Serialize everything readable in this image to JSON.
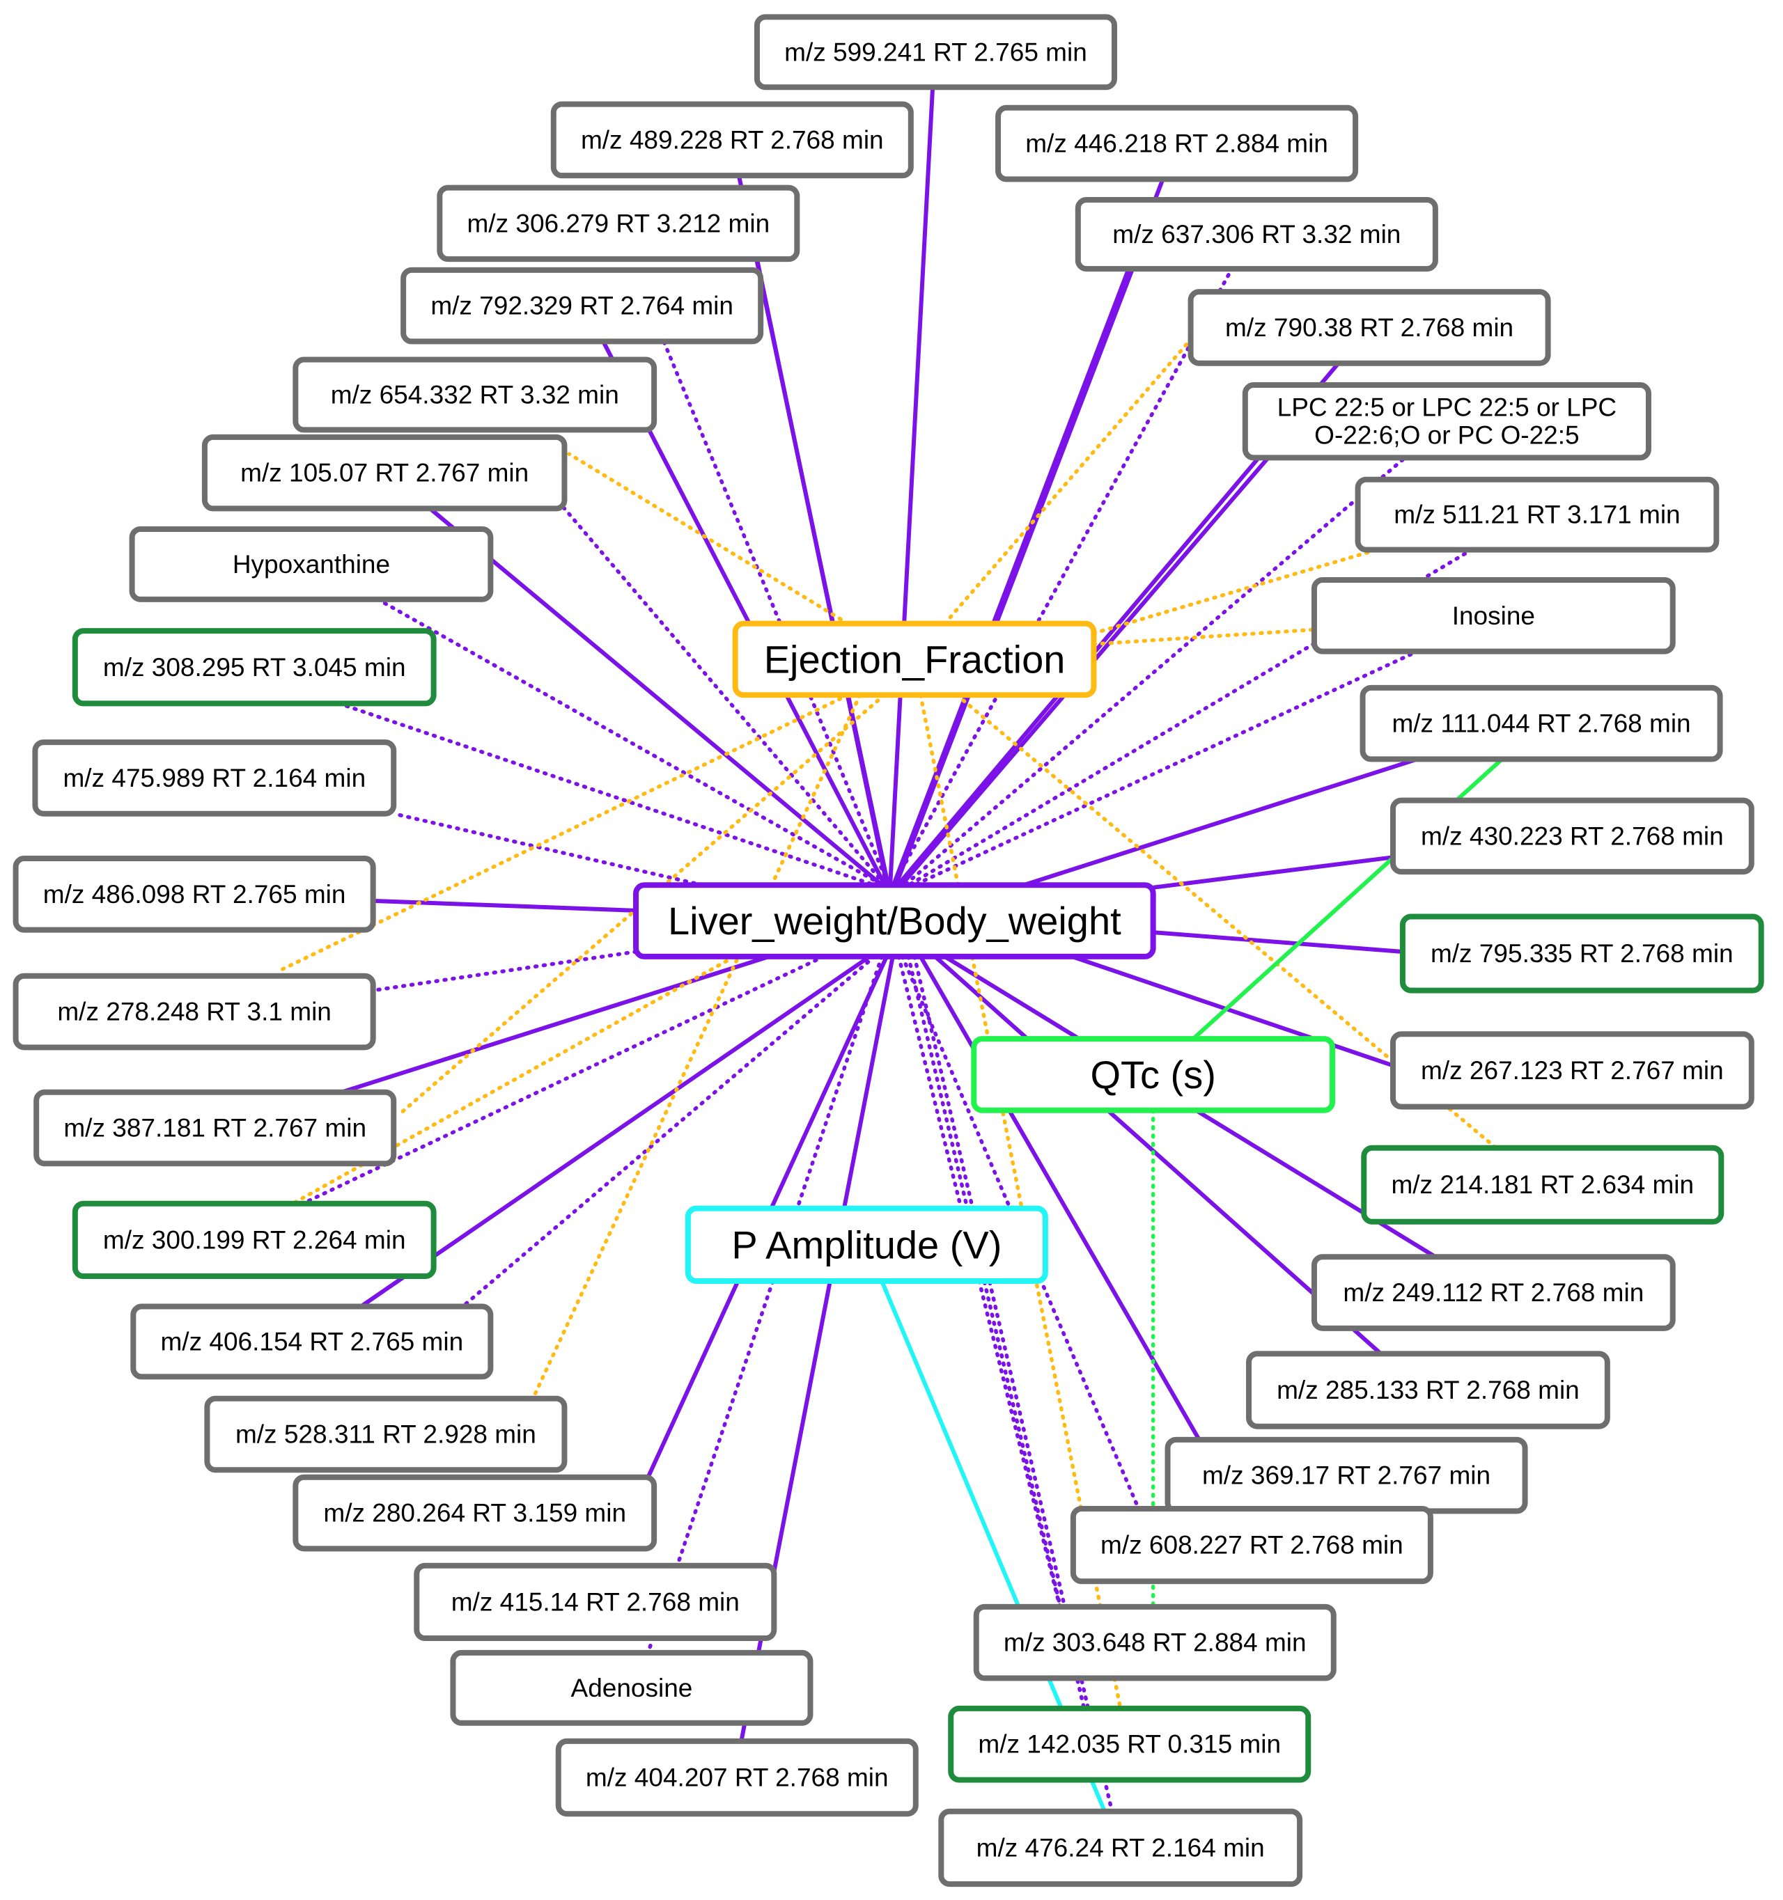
{
  "hubs": [
    {
      "id": "lw",
      "label": "Liver_weight/Body_weight",
      "color": "#7b12e8"
    },
    {
      "id": "ef",
      "label": "Ejection_Fraction",
      "color": "#ffbb13"
    },
    {
      "id": "qtc",
      "label": "QTc (s)",
      "color": "#22f24d"
    },
    {
      "id": "pa",
      "label": "P Amplitude (V)",
      "color": "#22f5f5"
    }
  ],
  "nodes": [
    {
      "id": "n599",
      "label": "m/z 599.241 RT 2.765 min",
      "highlight": false
    },
    {
      "id": "n489",
      "label": "m/z 489.228 RT 2.768 min",
      "highlight": false
    },
    {
      "id": "n446",
      "label": "m/z 446.218 RT 2.884 min",
      "highlight": false
    },
    {
      "id": "n306",
      "label": "m/z 306.279 RT 3.212 min",
      "highlight": false
    },
    {
      "id": "n637",
      "label": "m/z 637.306 RT 3.32 min",
      "highlight": false
    },
    {
      "id": "n792",
      "label": "m/z 792.329 RT 2.764 min",
      "highlight": false
    },
    {
      "id": "n790",
      "label": "m/z 790.38 RT 2.768 min",
      "highlight": false
    },
    {
      "id": "n654",
      "label": "m/z 654.332 RT 3.32 min",
      "highlight": false
    },
    {
      "id": "nlpc",
      "label": "LPC 22:5 or LPC 22:5 or  LPC|O-22:6;O or  PC O-22:5",
      "highlight": false
    },
    {
      "id": "n105",
      "label": "m/z 105.07 RT 2.767 min",
      "highlight": false
    },
    {
      "id": "n511",
      "label": "m/z 511.21 RT 3.171 min",
      "highlight": false
    },
    {
      "id": "nhyp",
      "label": "Hypoxanthine",
      "highlight": false
    },
    {
      "id": "nino",
      "label": "Inosine",
      "highlight": false
    },
    {
      "id": "n308",
      "label": "m/z 308.295 RT 3.045 min",
      "highlight": true
    },
    {
      "id": "n111",
      "label": "m/z 111.044 RT 2.768 min",
      "highlight": false
    },
    {
      "id": "n475",
      "label": "m/z 475.989 RT 2.164 min",
      "highlight": false
    },
    {
      "id": "n430",
      "label": "m/z 430.223 RT 2.768 min",
      "highlight": false
    },
    {
      "id": "n486",
      "label": "m/z 486.098 RT 2.765 min",
      "highlight": false
    },
    {
      "id": "n795",
      "label": "m/z 795.335 RT 2.768 min",
      "highlight": true
    },
    {
      "id": "n278",
      "label": "m/z 278.248 RT 3.1 min",
      "highlight": false
    },
    {
      "id": "n267",
      "label": "m/z 267.123 RT 2.767 min",
      "highlight": false
    },
    {
      "id": "n387",
      "label": "m/z 387.181 RT 2.767 min",
      "highlight": false
    },
    {
      "id": "n214",
      "label": "m/z 214.181 RT 2.634 min",
      "highlight": true
    },
    {
      "id": "n300",
      "label": "m/z 300.199 RT 2.264 min",
      "highlight": true
    },
    {
      "id": "n249",
      "label": "m/z 249.112 RT 2.768 min",
      "highlight": false
    },
    {
      "id": "n406",
      "label": "m/z 406.154 RT 2.765 min",
      "highlight": false
    },
    {
      "id": "n285",
      "label": "m/z 285.133 RT 2.768 min",
      "highlight": false
    },
    {
      "id": "n528",
      "label": "m/z 528.311 RT 2.928 min",
      "highlight": false
    },
    {
      "id": "n369",
      "label": "m/z 369.17 RT 2.767 min",
      "highlight": false
    },
    {
      "id": "n280",
      "label": "m/z 280.264 RT 3.159 min",
      "highlight": false
    },
    {
      "id": "n608",
      "label": "m/z 608.227 RT 2.768 min",
      "highlight": false
    },
    {
      "id": "n415",
      "label": "m/z 415.14 RT 2.768 min",
      "highlight": false
    },
    {
      "id": "n303",
      "label": "m/z 303.648 RT 2.884 min",
      "highlight": false
    },
    {
      "id": "nade",
      "label": "Adenosine",
      "highlight": false
    },
    {
      "id": "n142",
      "label": "m/z 142.035 RT 0.315 min",
      "highlight": true
    },
    {
      "id": "n404",
      "label": "m/z 404.207 RT 2.768 min",
      "highlight": false
    },
    {
      "id": "n476",
      "label": "m/z 476.24 RT 2.164 min",
      "highlight": false
    }
  ],
  "edges": [
    {
      "from": "lw",
      "to": "n599",
      "style": "solid"
    },
    {
      "from": "lw",
      "to": "n489",
      "style": "solid"
    },
    {
      "from": "lw",
      "to": "n446",
      "style": "solid"
    },
    {
      "from": "lw",
      "to": "n306",
      "style": "solid"
    },
    {
      "from": "lw",
      "to": "n637",
      "style": "solid"
    },
    {
      "from": "lw",
      "to": "n792",
      "style": "dotted"
    },
    {
      "from": "lw",
      "to": "n790",
      "style": "solid"
    },
    {
      "from": "lw",
      "to": "n654",
      "style": "solid"
    },
    {
      "from": "lw",
      "to": "nlpc",
      "style": "solid"
    },
    {
      "from": "lw",
      "to": "n105",
      "style": "solid"
    },
    {
      "from": "lw",
      "to": "n105",
      "style": "dotted"
    },
    {
      "from": "lw",
      "to": "n637",
      "style": "dotted"
    },
    {
      "from": "lw",
      "to": "nlpc",
      "style": "dotted"
    },
    {
      "from": "lw",
      "to": "n511",
      "style": "dotted"
    },
    {
      "from": "lw",
      "to": "nhyp",
      "style": "dotted"
    },
    {
      "from": "lw",
      "to": "nino",
      "style": "dotted"
    },
    {
      "from": "lw",
      "to": "n308",
      "style": "dotted"
    },
    {
      "from": "lw",
      "to": "n111",
      "style": "solid"
    },
    {
      "from": "lw",
      "to": "n475",
      "style": "dotted"
    },
    {
      "from": "lw",
      "to": "n430",
      "style": "solid"
    },
    {
      "from": "lw",
      "to": "n486",
      "style": "solid"
    },
    {
      "from": "lw",
      "to": "n795",
      "style": "solid"
    },
    {
      "from": "lw",
      "to": "n278",
      "style": "dotted"
    },
    {
      "from": "lw",
      "to": "n267",
      "style": "solid"
    },
    {
      "from": "lw",
      "to": "n387",
      "style": "solid"
    },
    {
      "from": "lw",
      "to": "n300",
      "style": "dotted"
    },
    {
      "from": "lw",
      "to": "n249",
      "style": "solid"
    },
    {
      "from": "lw",
      "to": "n406",
      "style": "solid"
    },
    {
      "from": "lw",
      "to": "n406",
      "style": "dotted"
    },
    {
      "from": "lw",
      "to": "n285",
      "style": "solid"
    },
    {
      "from": "lw",
      "to": "n369",
      "style": "solid"
    },
    {
      "from": "lw",
      "to": "n280",
      "style": "solid"
    },
    {
      "from": "lw",
      "to": "n608",
      "style": "dotted"
    },
    {
      "from": "lw",
      "to": "nade",
      "style": "dotted"
    },
    {
      "from": "lw",
      "to": "n404",
      "style": "solid"
    },
    {
      "from": "lw",
      "to": "n142",
      "style": "dotted"
    },
    {
      "from": "lw",
      "to": "n476",
      "style": "dotted"
    },
    {
      "from": "lw",
      "to": "n303",
      "style": "dotted"
    },
    {
      "from": "ef",
      "to": "n654",
      "style": "dotted"
    },
    {
      "from": "ef",
      "to": "n790",
      "style": "dotted"
    },
    {
      "from": "ef",
      "to": "n511",
      "style": "dotted"
    },
    {
      "from": "ef",
      "to": "nino",
      "style": "dotted"
    },
    {
      "from": "ef",
      "to": "n278",
      "style": "dotted"
    },
    {
      "from": "ef",
      "to": "n387",
      "style": "dotted"
    },
    {
      "from": "ef",
      "to": "n300",
      "style": "dotted"
    },
    {
      "from": "ef",
      "to": "n528",
      "style": "dotted"
    },
    {
      "from": "ef",
      "to": "n214",
      "style": "dotted"
    },
    {
      "from": "ef",
      "to": "n142",
      "style": "dotted"
    },
    {
      "from": "qtc",
      "to": "n111",
      "style": "solid"
    },
    {
      "from": "qtc",
      "to": "n303",
      "style": "dotted"
    },
    {
      "from": "pa",
      "to": "n476",
      "style": "solid"
    }
  ]
}
